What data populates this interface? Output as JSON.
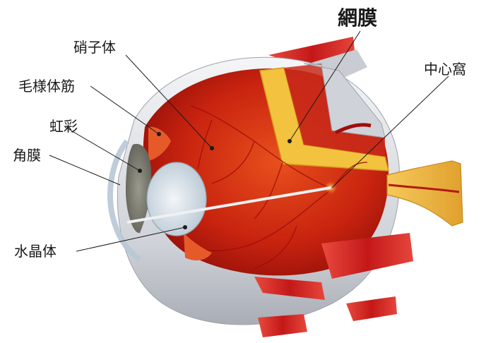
{
  "labels": {
    "vitreous": "硝子体",
    "ciliary_muscle": "毛様体筋",
    "iris": "虹彩",
    "cornea": "角膜",
    "lens": "水晶体",
    "retina": "網膜",
    "fovea": "中心窩"
  },
  "colors": {
    "interior": "#c4200f",
    "retina_layer": "#f2c53d",
    "sclera": "#d9dbe0",
    "muscle": "#d62a2a",
    "optic_nerve": "#f0b640"
  }
}
